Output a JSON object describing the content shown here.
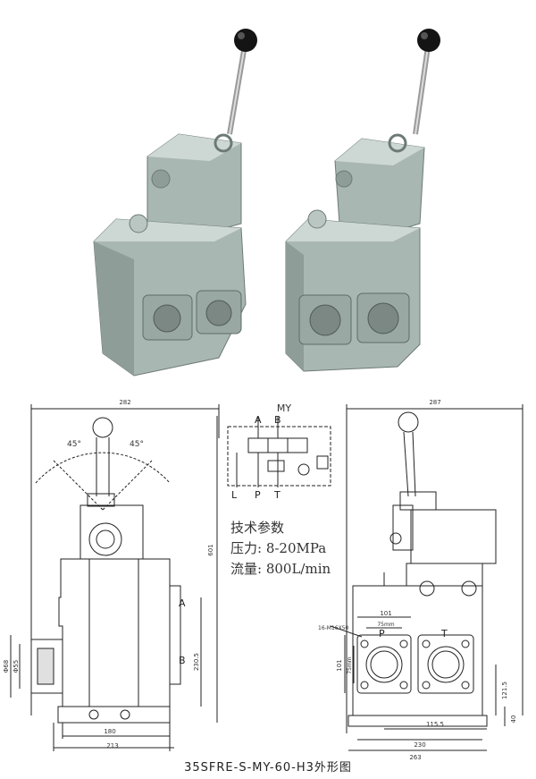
{
  "colors": {
    "valve_body": "#a9b7b2",
    "valve_shadow": "#7d8b87",
    "valve_highlight": "#cdd8d4",
    "knob": "#141414",
    "line": "#222222"
  },
  "photo": {
    "left_unit": "photo of valve assembly with lever handle (left)",
    "right_unit": "photo of valve assembly with lever handle (right)"
  },
  "schematic": {
    "name": "MY",
    "top_ports": [
      "A",
      "B"
    ],
    "bottom_ports": [
      "L",
      "P",
      "T"
    ]
  },
  "specs": {
    "heading": "技术参数",
    "pressure": "压力: 8-20MPa",
    "flow": "流量: 800L/min"
  },
  "left_view": {
    "width_top": "282",
    "angle_left": "45°",
    "angle_right": "45°",
    "height_total": "601",
    "dim_vertical_1": "230.5",
    "dim_pipe_outer": "Φ68",
    "dim_pipe_inner": "Φ55",
    "port_a": "A",
    "port_b": "B",
    "base_inner": "180",
    "base_outer": "213"
  },
  "right_view": {
    "width_top": "287",
    "bolt_spec": "16-M16X50",
    "dim_101_h": "101",
    "dim_75_h": "75mm",
    "dim_101_v": "101",
    "dim_75_v": "75mm",
    "port_p": "P",
    "port_t": "T",
    "dim_1215": "121.5",
    "dim_40": "40",
    "dim_1155": "115.5",
    "dim_230": "230",
    "dim_263": "263"
  },
  "title": "35SFRE-S-MY-60-H3外形图"
}
